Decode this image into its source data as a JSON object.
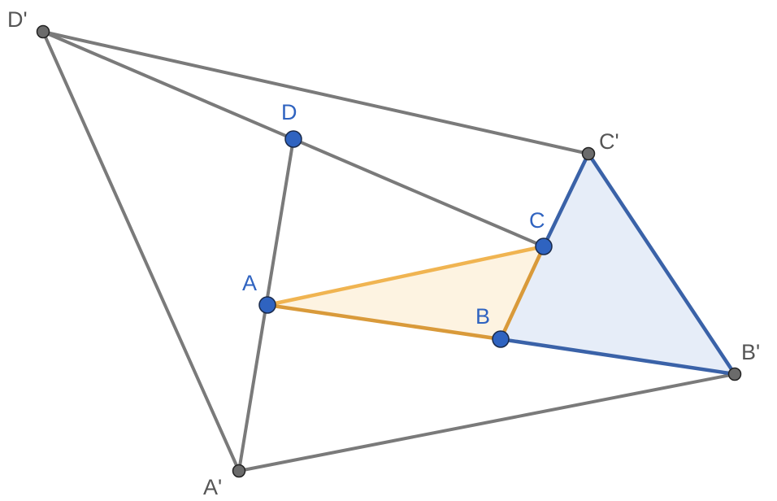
{
  "colors": {
    "gray": "#7a7a7a",
    "orange": "#e6a43d",
    "orange_fill": "#fdf3e1",
    "blue": "#3a62a8",
    "blue_fill": "#e6edf8",
    "blue_point": "#2f63c0",
    "gray_point": "#6b6b6b",
    "blue_label": "#2f63c0",
    "gray_label": "#555555"
  },
  "points": {
    "A": "A",
    "B": "B",
    "C": "C",
    "D": "D",
    "Ap": "A'",
    "Bp": "B'",
    "Cp": "C'",
    "Dp": "D'"
  }
}
